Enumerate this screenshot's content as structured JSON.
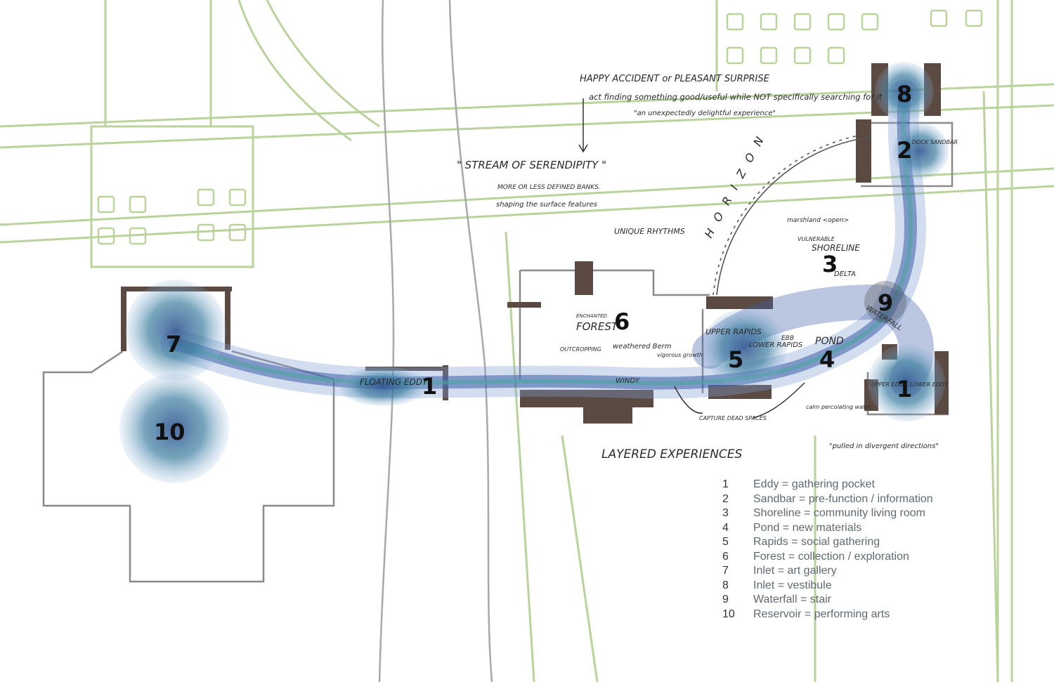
{
  "colors": {
    "street_lines": "#b9d39b",
    "building_outline": "#8a8a8a",
    "dark_walls": "#5b4a42",
    "stream_blue": "#3d5fa8",
    "stream_teal": "#4aa3a0",
    "text_ink": "#222222",
    "legend_text": "#5e6a72"
  },
  "notes": {
    "happy_accident": "HAPPY ACCIDENT or PLEASANT SURPRISE",
    "definition": "act finding something good/useful while NOT specifically searching for it",
    "quote": "\"an unexpectedly delightful experience\"",
    "stream_title": "\" STREAM OF SERENDIPITY \"",
    "banks": "MORE OR LESS DEFINED BANKS.",
    "shaping": "shaping the surface features",
    "unique_rhythms": "UNIQUE RHYTHMS",
    "horizon": "HORIZON",
    "marshland": "marshland <open>",
    "vulnerable": "VULNERABLE",
    "shoreline": "SHORELINE",
    "delta": "DELTA",
    "waterfall": "WATERFALL",
    "enchanted": "ENCHANTED",
    "forest": "FOREST",
    "outcropping": "OUTCROPPING",
    "weathered_berm": "weathered Berm",
    "vigorous_growth": "vigorous growth",
    "floating_eddy": "FLOATING EDDY",
    "upper_rapids": "UPPER RAPIDS",
    "lower_rapids": "LOWER RAPIDS",
    "ebb": "EBB",
    "pond": "POND",
    "windy": "WINDY",
    "upper_eddy": "UPPER EDDY",
    "lower_eddy": "LOWER EDDY",
    "dock_sandbar": "DOCK SANDBAR",
    "capture_dead_spaces": "CAPTURE DEAD SPACES",
    "calm_percolating": "calm percolating water.",
    "layered": "LAYERED EXPERIENCES",
    "pulled": "\"pulled in divergent directions\""
  },
  "markers": {
    "m1a": "1",
    "m1b": "1",
    "m2": "2",
    "m3": "3",
    "m4": "4",
    "m5": "5",
    "m6": "6",
    "m7": "7",
    "m8": "8",
    "m9": "9",
    "m10": "10"
  },
  "legend": [
    {
      "num": "1",
      "text": "Eddy = gathering pocket"
    },
    {
      "num": "2",
      "text": "Sandbar = pre-function / information"
    },
    {
      "num": "3",
      "text": "Shoreline = community living room"
    },
    {
      "num": "4",
      "text": "Pond = new materials"
    },
    {
      "num": "5",
      "text": "Rapids = social gathering"
    },
    {
      "num": "6",
      "text": "Forest = collection / exploration"
    },
    {
      "num": "7",
      "text": "Inlet = art gallery"
    },
    {
      "num": "8",
      "text": "Inlet = vestibule"
    },
    {
      "num": "9",
      "text": "Waterfall = stair"
    },
    {
      "num": "10",
      "text": "Reservoir = performing arts"
    }
  ]
}
